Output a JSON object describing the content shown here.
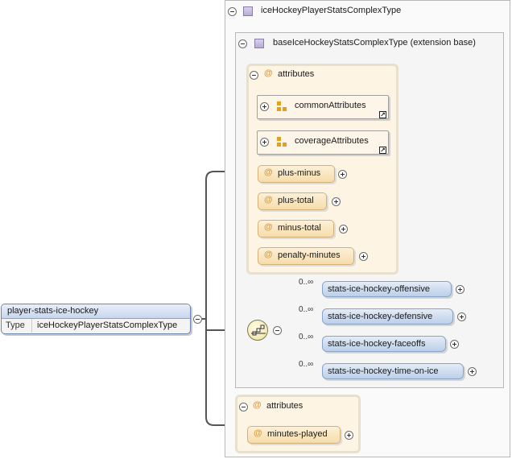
{
  "complex_type": {
    "title": "iceHockeyPlayerStatsComplexType",
    "base": {
      "title": "baseIceHockeyStatsComplexType (extension base)",
      "attributes_label": "attributes",
      "attribute_groups": [
        "commonAttributes",
        "coverageAttributes"
      ],
      "attributes": [
        "plus-minus",
        "plus-total",
        "minus-total",
        "penalty-minutes"
      ]
    },
    "sequence": {
      "elements": [
        {
          "occurs": "0..∞",
          "name": "stats-ice-hockey-offensive"
        },
        {
          "occurs": "0..∞",
          "name": "stats-ice-hockey-defensive"
        },
        {
          "occurs": "0..∞",
          "name": "stats-ice-hockey-faceoffs"
        },
        {
          "occurs": "0..∞",
          "name": "stats-ice-hockey-time-on-ice"
        }
      ]
    },
    "own_attributes": {
      "label": "attributes",
      "items": [
        "minutes-played"
      ]
    }
  },
  "root_element": {
    "name": "player-stats-ice-hockey",
    "type_key": "Type",
    "type_value": "iceHockeyPlayerStatsComplexType"
  },
  "symbols": {
    "attribute": "@",
    "extension": "↗"
  },
  "colors": {
    "attribute_fill": "#f6dcaa",
    "element_fill": "#bccfe8",
    "frame_border": "#b9b9b9",
    "connector": "#555555"
  }
}
